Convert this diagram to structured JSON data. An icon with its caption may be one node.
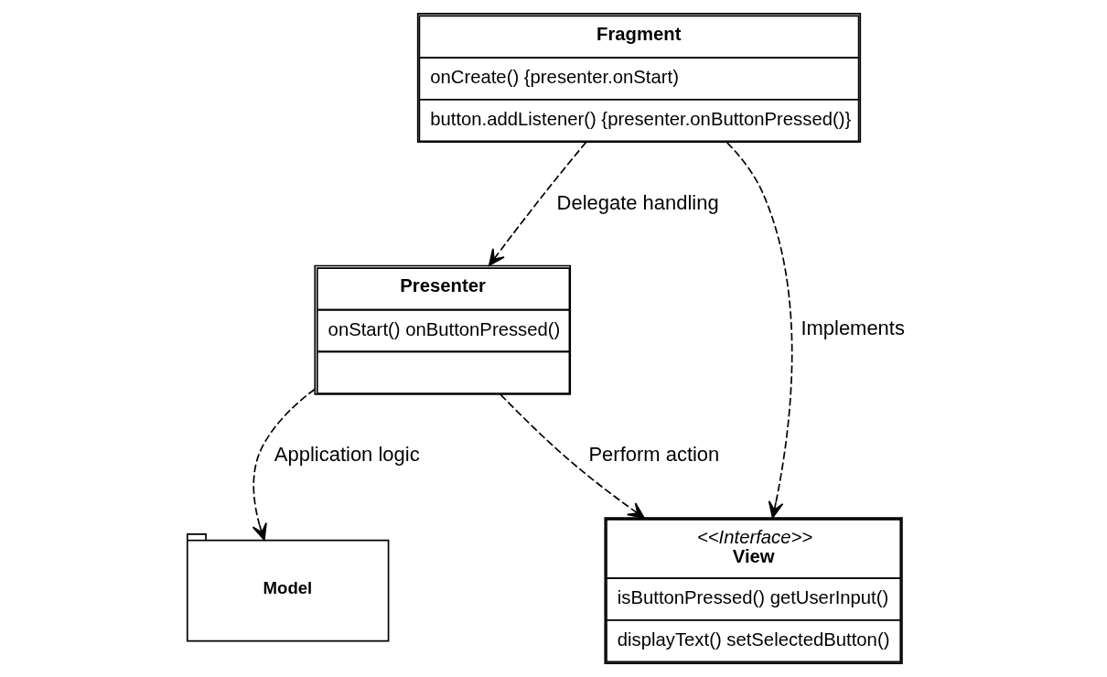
{
  "diagram": {
    "nodes": [
      {
        "text": [
          "Fragment",
          "onCreate() {presenter.onStart)",
          "button.addListener() {presenter.onButtonPressed()}"
        ]
      },
      {
        "text": [
          "Presenter",
          "onStart() onButtonPressed()"
        ]
      },
      {
        "text": [
          "<<Interface>>",
          "View",
          "isButtonPressed() getUserInput()",
          "displayText() setSelectedButton()"
        ]
      },
      {
        "text": [
          "Model"
        ]
      }
    ],
    "edges": [
      {
        "from": 0,
        "to": 1,
        "arrow": "to",
        "style": "dashed",
        "label": "Delegate handling"
      },
      {
        "from": 0,
        "to": 2,
        "arrow": "to",
        "style": "dashed",
        "label": "Implements"
      },
      {
        "from": 1,
        "to": 2,
        "arrow": "to",
        "style": "dashed",
        "label": "Perform action"
      },
      {
        "from": 1,
        "to": 3,
        "arrow": "to",
        "style": "dashed",
        "label": "Application logic"
      }
    ]
  }
}
